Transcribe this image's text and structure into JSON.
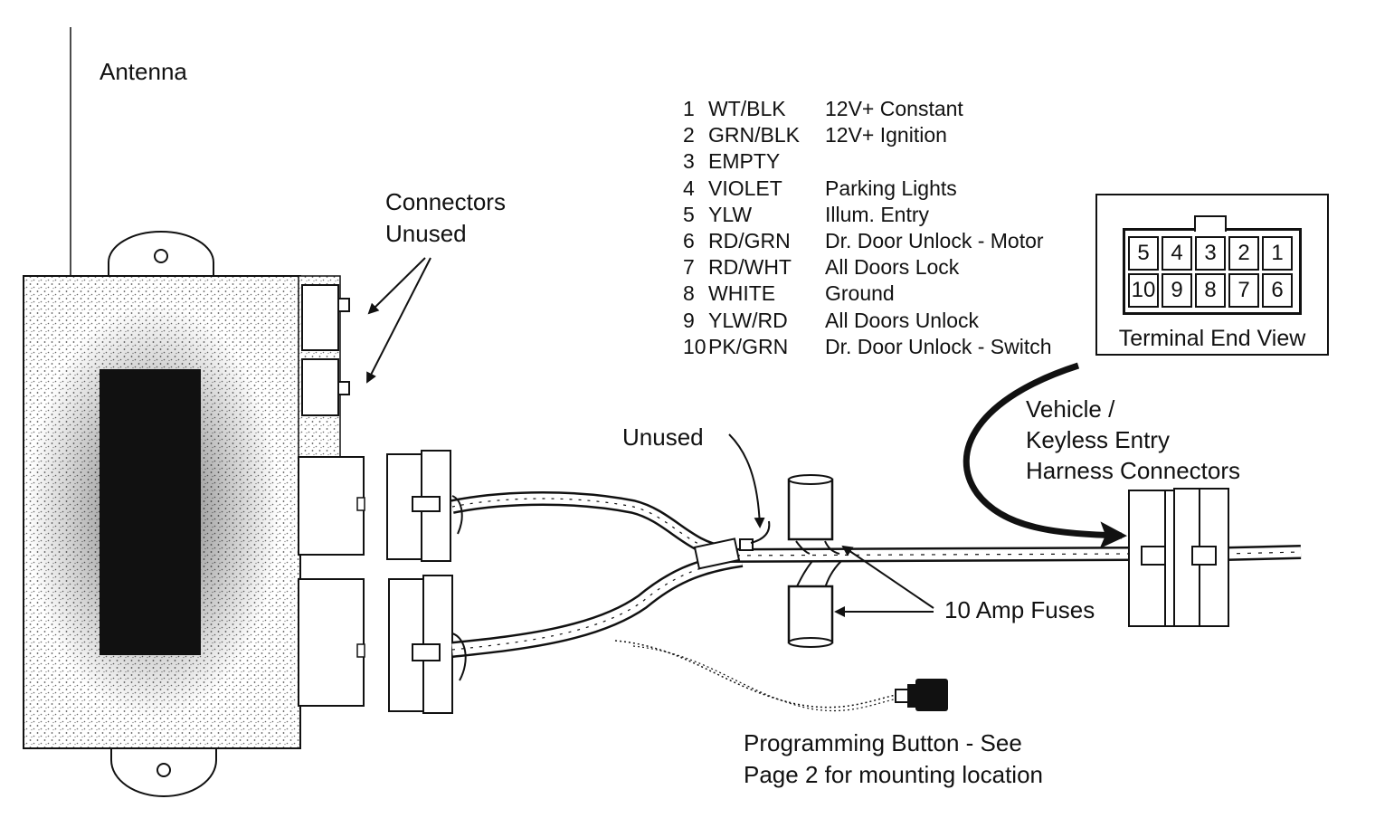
{
  "labels": {
    "antenna": "Antenna",
    "connectors_unused_1": "Connectors",
    "connectors_unused_2": "Unused",
    "unused": "Unused",
    "vehicle_1": "Vehicle /",
    "vehicle_2": "Keyless Entry",
    "vehicle_3": "Harness Connectors",
    "fuses": "10 Amp Fuses",
    "programming_1": "Programming Button - See",
    "programming_2": "Page 2 for mounting location"
  },
  "pinout": [
    {
      "pin": "1",
      "color": "WT/BLK",
      "function": "12V+ Constant"
    },
    {
      "pin": "2",
      "color": "GRN/BLK",
      "function": "12V+ Ignition"
    },
    {
      "pin": "3",
      "color": "EMPTY",
      "function": ""
    },
    {
      "pin": "4",
      "color": "VIOLET",
      "function": "Parking Lights"
    },
    {
      "pin": "5",
      "color": "YLW",
      "function": "Illum. Entry"
    },
    {
      "pin": "6",
      "color": "RD/GRN",
      "function": "Dr. Door Unlock - Motor"
    },
    {
      "pin": "7",
      "color": "RD/WHT",
      "function": "All Doors Lock"
    },
    {
      "pin": "8",
      "color": "WHITE",
      "function": "Ground"
    },
    {
      "pin": "9",
      "color": "YLW/RD",
      "function": "All Doors Unlock"
    },
    {
      "pin": "10",
      "color": "PK/GRN",
      "function": "Dr. Door Unlock - Switch"
    }
  ],
  "terminal": {
    "caption": "Terminal End View",
    "top_row": [
      "5",
      "4",
      "3",
      "2",
      "1"
    ],
    "bottom_row": [
      "10",
      "9",
      "8",
      "7",
      "6"
    ]
  }
}
